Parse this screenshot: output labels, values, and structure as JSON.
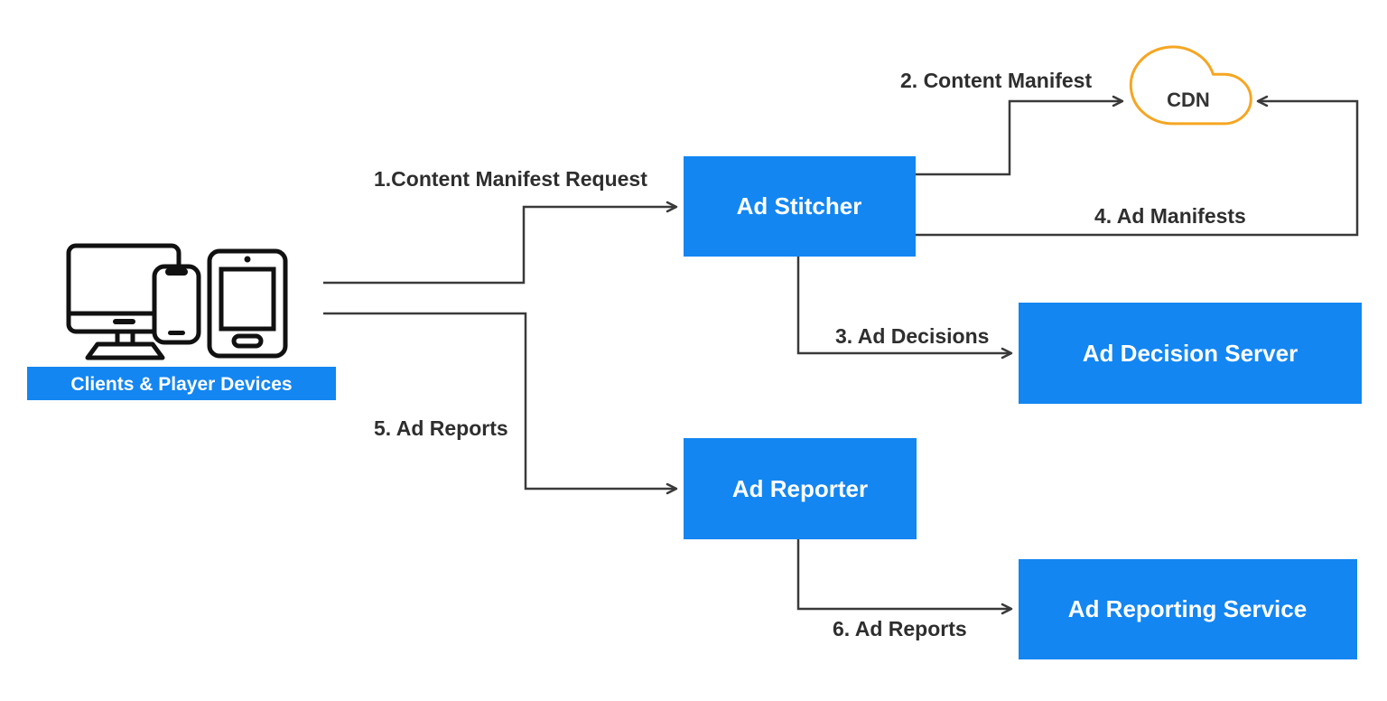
{
  "colors": {
    "accent_blue": "#1386F1",
    "cloud_orange": "#F5A623",
    "connector": "#3A3A3A",
    "label_text": "#2E2E2E",
    "node_text": "#FFFFFF",
    "cdn_text": "#333333"
  },
  "nodes": {
    "clients": {
      "label": "Clients & Player Devices"
    },
    "ad_stitcher": {
      "label": "Ad Stitcher"
    },
    "cdn": {
      "label": "CDN"
    },
    "ad_decision_server": {
      "label": "Ad Decision Server"
    },
    "ad_reporter": {
      "label": "Ad Reporter"
    },
    "ad_reporting_service": {
      "label": "Ad Reporting Service"
    }
  },
  "flows": [
    {
      "label": "1.Content Manifest Request",
      "from": "clients",
      "to": "ad_stitcher"
    },
    {
      "label": "2. Content Manifest",
      "from": "ad_stitcher",
      "to": "cdn"
    },
    {
      "label": "3. Ad Decisions",
      "from": "ad_stitcher",
      "to": "ad_decision_server"
    },
    {
      "label": "4. Ad Manifests",
      "from": "ad_stitcher",
      "to": "cdn"
    },
    {
      "label": "5. Ad Reports",
      "from": "clients",
      "to": "ad_reporter"
    },
    {
      "label": "6. Ad Reports",
      "from": "ad_reporter",
      "to": "ad_reporting_service"
    }
  ],
  "icons": {
    "monitor": "monitor-icon",
    "smartphone": "smartphone-icon",
    "tablet": "tablet-icon",
    "cloud": "cloud-icon"
  }
}
